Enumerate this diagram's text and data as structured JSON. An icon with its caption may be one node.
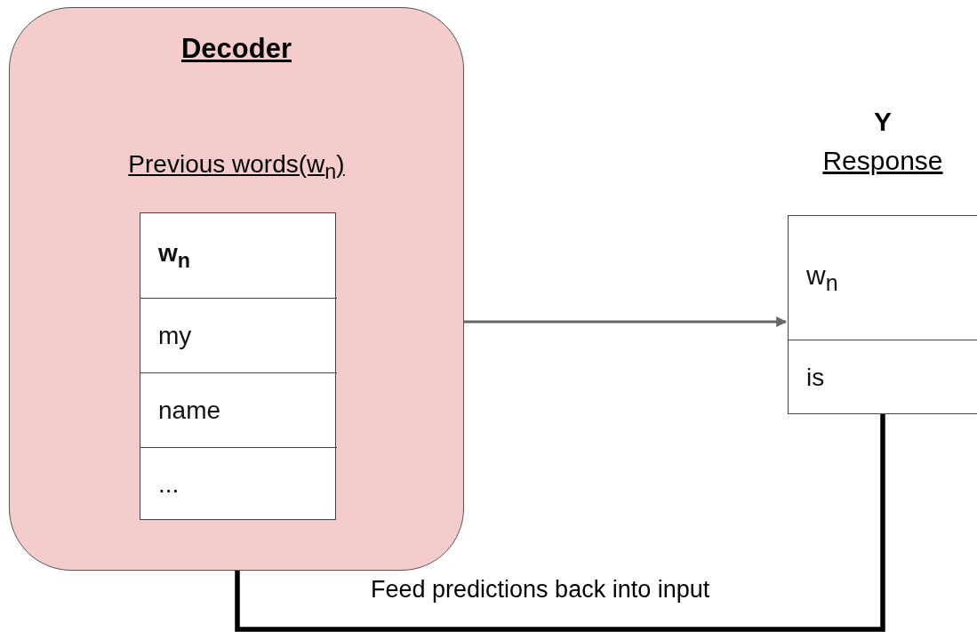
{
  "diagram": {
    "nodes": [
      {
        "text": [
          "Decoder",
          "Previous words(w$_{n}$)"
        ]
      },
      {
        "text": [],
        "shape": "box",
        "in": 0
      },
      {
        "text": [
          "w$_{n}$"
        ],
        "in": 1
      },
      {
        "text": [
          "my"
        ],
        "in": 1
      },
      {
        "text": [
          "name"
        ],
        "in": 1
      },
      {
        "text": [
          "..."
        ],
        "in": 1
      },
      {
        "text": [
          "Y",
          "Response"
        ]
      },
      {
        "text": [
          "w$_{n}$"
        ],
        "in": 6
      },
      {
        "text": [
          "is"
        ],
        "in": 6
      }
    ],
    "edges": [
      {
        "from": 0,
        "to": 6,
        "arrow": "to"
      },
      {
        "from": 6,
        "to": 1,
        "arrow": "to",
        "label": "Feed predictions back into input",
        "style": "thick",
        "color": "#000000"
      }
    ]
  }
}
